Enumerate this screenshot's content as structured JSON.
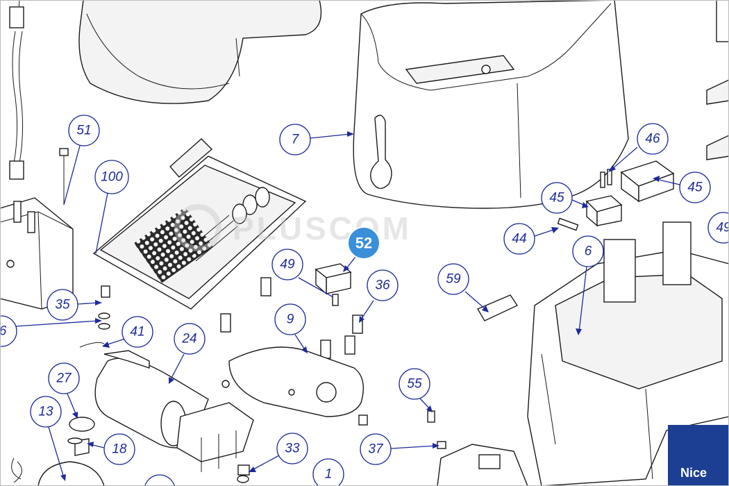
{
  "brand": {
    "name": "Nice",
    "color": "#1c3f93"
  },
  "watermark": {
    "text": "PLUSCOM"
  },
  "callout_color": "#1e2a9a",
  "highlight_color": "#3a8fd9",
  "highlighted_part": "52",
  "parts": [
    "7",
    "51",
    "100",
    "46",
    "45",
    "45",
    "44",
    "6",
    "49",
    "52",
    "49",
    "36",
    "59",
    "35",
    "9",
    "41",
    "24",
    "27",
    "55",
    "13",
    "18",
    "33",
    "37",
    "1"
  ]
}
